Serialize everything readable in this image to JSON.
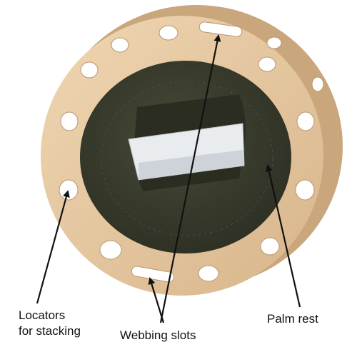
{
  "labels": {
    "locators_line1": "Locators",
    "locators_line2": "for stacking",
    "webbing": "Webbing slots",
    "palm": "Palm rest"
  },
  "colors": {
    "flange": "#e6c8a0",
    "flange_shadow": "#c9a67c",
    "hub": "#3d4130",
    "hub_dark": "#2c2f22",
    "hole": "#ffffff",
    "arrow": "#111111"
  }
}
